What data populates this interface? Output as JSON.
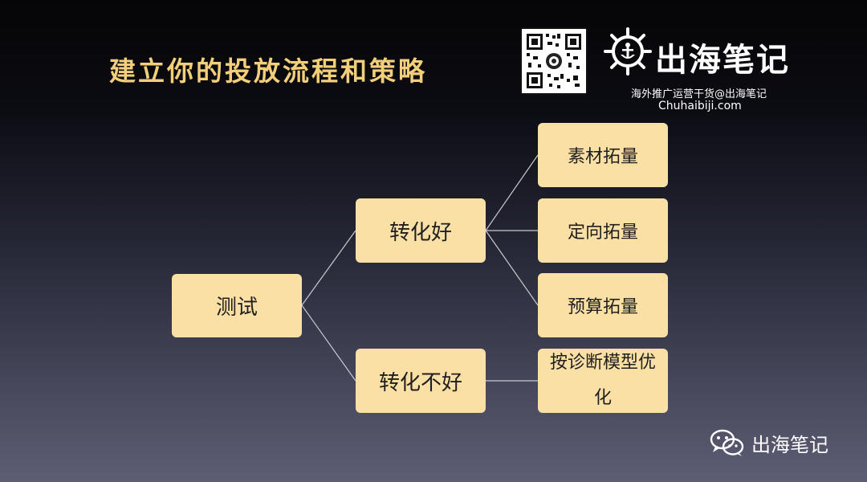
{
  "slide": {
    "title": "建立你的投放流程和策略"
  },
  "brand": {
    "name": "出海笔记",
    "tagline": "海外推广运营干货@出海笔记",
    "url": "Chuhaibiji.com"
  },
  "diagram": {
    "root": "测试",
    "branches": [
      {
        "label": "转化好",
        "leaves": [
          "素材拓量",
          "定向拓量",
          "预算拓量"
        ]
      },
      {
        "label": "转化不好",
        "leaves": [
          "按诊断模型优化"
        ]
      }
    ]
  },
  "watermark": {
    "text": "出海笔记"
  },
  "colors": {
    "title": "#f3cf7a",
    "node_fill": "#fbe0a6",
    "connector": "#c9c9cf"
  }
}
